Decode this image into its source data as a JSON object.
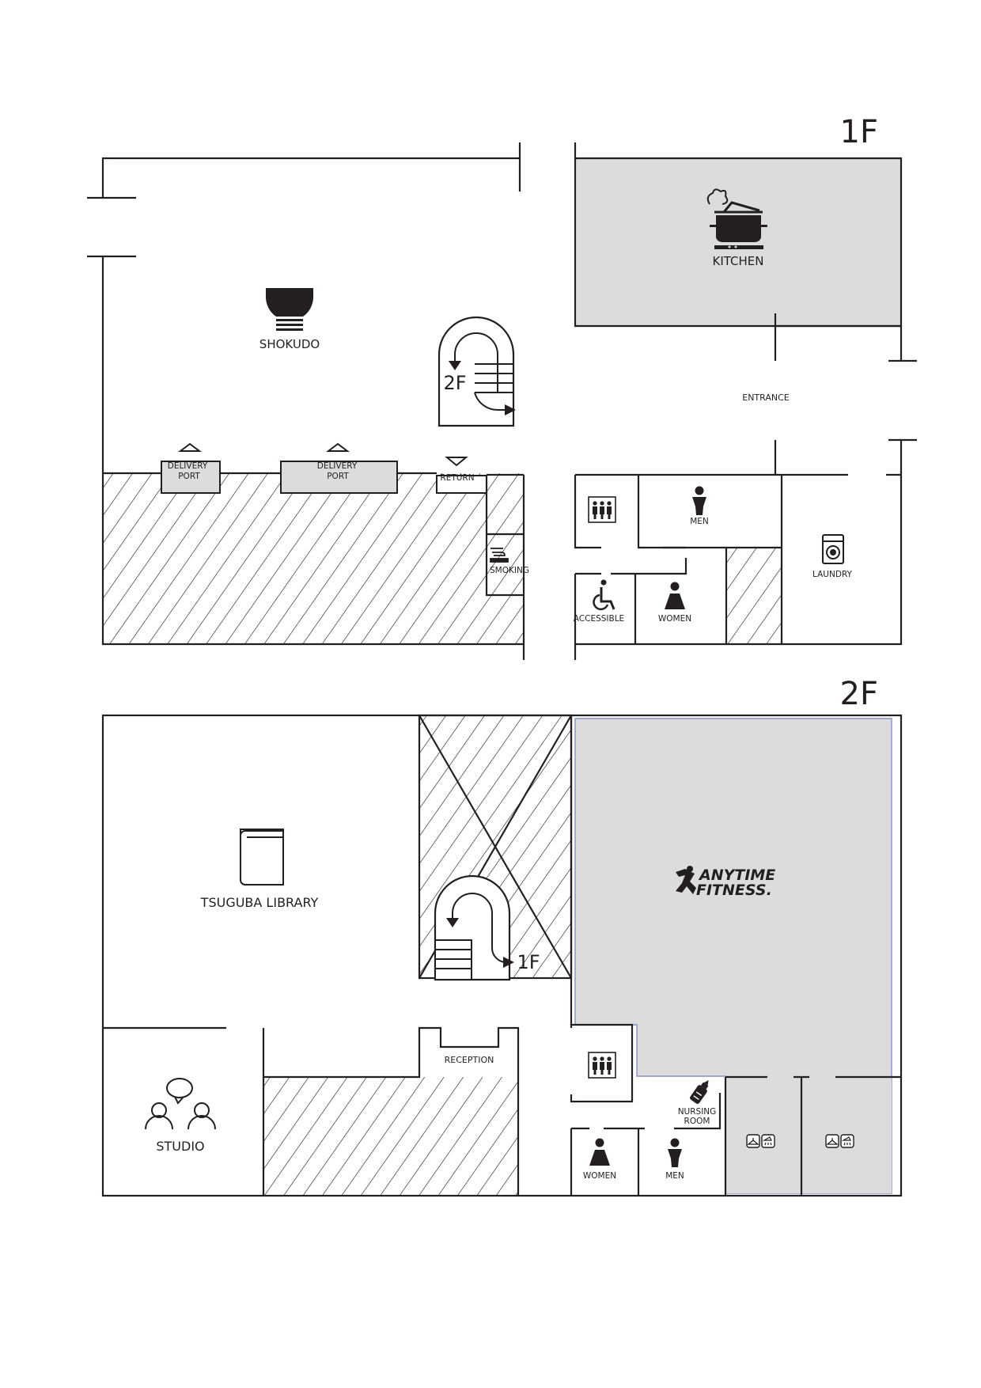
{
  "floors": [
    {
      "title": "1F",
      "rooms": {
        "shokudo": "SHOKUDO",
        "kitchen": "KITCHEN",
        "entrance": "ENTRANCE",
        "delivery_port_1_line1": "DELIVERY",
        "delivery_port_1_line2": "PORT",
        "delivery_port_2_line1": "DELIVERY",
        "delivery_port_2_line2": "PORT",
        "return": "RETURN",
        "smoking": "SMOKING",
        "men": "MEN",
        "women": "WOMEN",
        "accessible": "ACCESSIBLE",
        "laundry": "LAUNDRY",
        "stairs": "2F"
      }
    },
    {
      "title": "2F",
      "rooms": {
        "library": "TSUGUBA LIBRARY",
        "studio": "STUDIO",
        "reception": "RECEPTION",
        "nursing_line1": "NURSING",
        "nursing_line2": "ROOM",
        "women": "WOMEN",
        "men": "MEN",
        "stairs": "1F",
        "fitness_line1": "ANYTIME",
        "fitness_line2": "FITNESS."
      }
    }
  ],
  "colors": {
    "wall": "#231f20",
    "shaded_area": "#dcdcdd",
    "hatch": "#231f20",
    "fitness_border": "#8a8fc4"
  },
  "icons": [
    "rice-bowl-icon",
    "cooking-pot-icon",
    "spiral-stairs-icon",
    "elevator-icon",
    "men-icon",
    "women-icon",
    "wheelchair-icon",
    "smoking-icon",
    "washing-machine-icon",
    "book-icon",
    "people-chat-icon",
    "baby-bottle-icon",
    "hanger-icon",
    "shower-icon",
    "running-man-logo-icon",
    "arrow-up-icon",
    "arrow-down-icon"
  ]
}
